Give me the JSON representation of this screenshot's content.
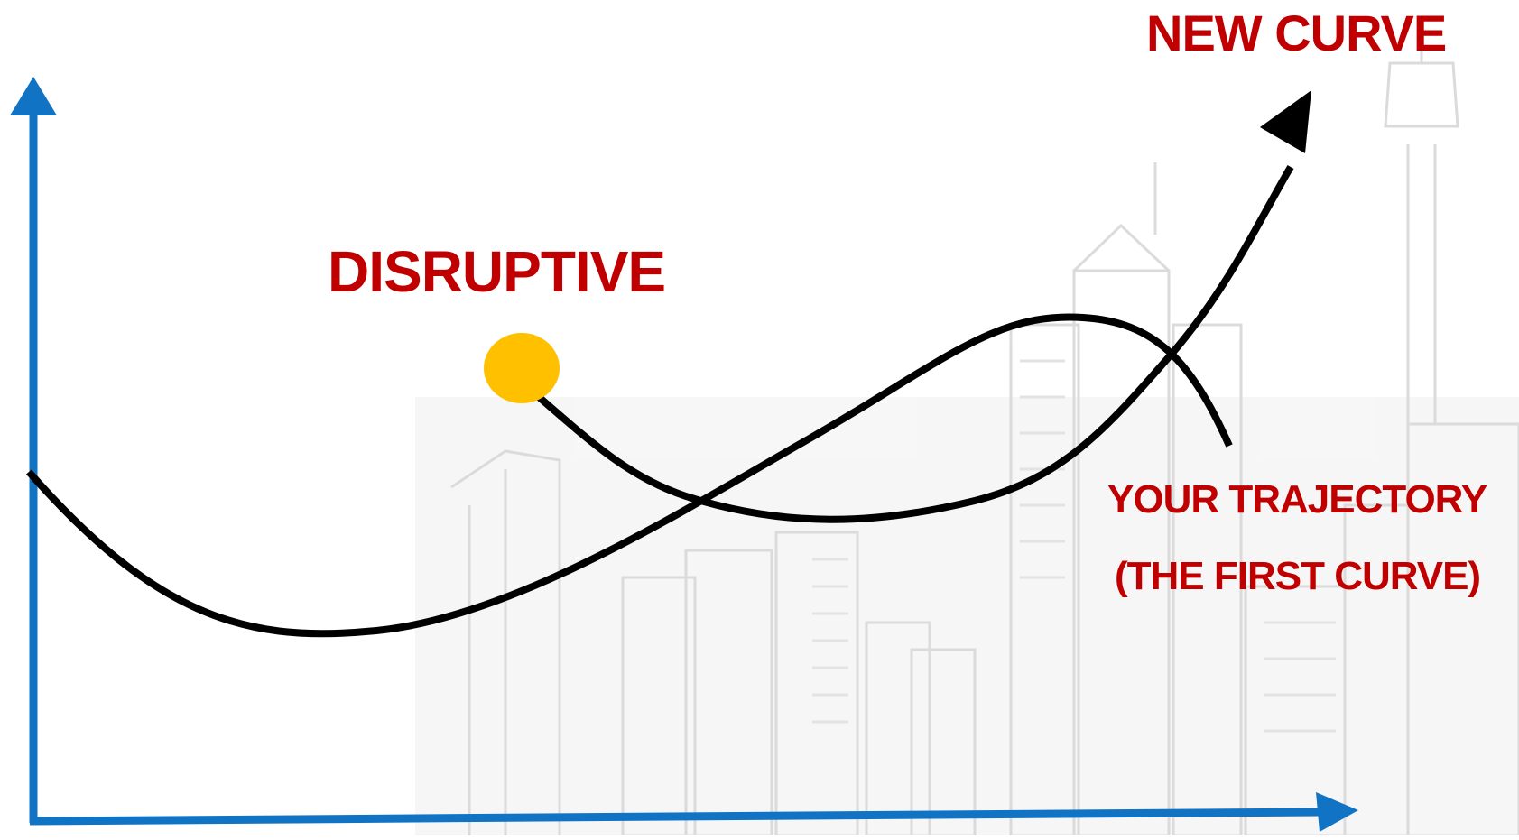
{
  "labels": {
    "new_curve": "NEW CURVE",
    "disruptive": "DISRUPTIVE",
    "trajectory_line1": "YOUR TRAJECTORY",
    "trajectory_line2": "(THE FIRST CURVE)"
  },
  "colors": {
    "axis": "#1173c4",
    "curve": "#000000",
    "label": "#c00000",
    "disruption_point": "#ffc000",
    "sketch": "#dcdcdc"
  },
  "background": "faint city skyline sketch"
}
